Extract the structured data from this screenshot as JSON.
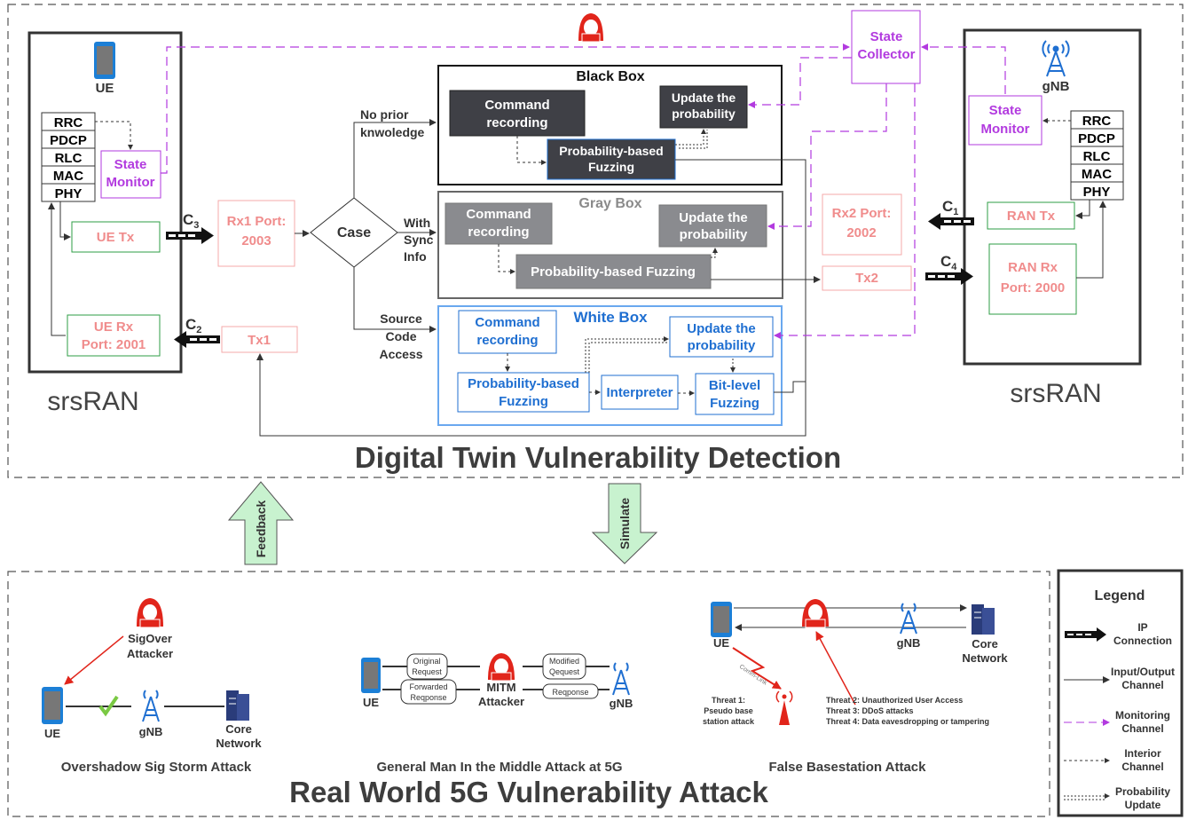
{
  "titles": {
    "top": "Digital Twin Vulnerability Detection",
    "bottom": "Real World 5G Vulnerability Attack",
    "srsran_left": "srsRAN",
    "srsran_right": "srsRAN"
  },
  "ue_side": {
    "label": "UE",
    "stack": [
      "RRC",
      "PDCP",
      "RLC",
      "MAC",
      "PHY"
    ],
    "state_monitor": [
      "State",
      "Monitor"
    ],
    "tx": "UE Tx",
    "rx": [
      "UE Rx",
      "Port: 2001"
    ],
    "c3": "C",
    "c3_sub": "3",
    "c2": "C",
    "c2_sub": "2"
  },
  "gnb_side": {
    "label": "gNB",
    "stack": [
      "RRC",
      "PDCP",
      "RLC",
      "MAC",
      "PHY"
    ],
    "state_monitor": [
      "State",
      "Monitor"
    ],
    "state_collector": [
      "State",
      "Collector"
    ],
    "tx": "RAN Tx",
    "rx": [
      "RAN Rx",
      "Port: 2000"
    ],
    "c1": "C",
    "c1_sub": "1",
    "c4": "C",
    "c4_sub": "4"
  },
  "ports": {
    "rx1": [
      "Rx1 Port:",
      "2003"
    ],
    "tx1": "Tx1",
    "rx2": [
      "Rx2  Port:",
      "2002"
    ],
    "tx2": "Tx2"
  },
  "case": {
    "label": "Case",
    "branch_top": [
      "No prior",
      "knwoledge"
    ],
    "branch_mid": [
      "With",
      "Sync",
      "Info"
    ],
    "branch_bot": [
      "Source",
      "Code",
      "Access"
    ]
  },
  "black_box": {
    "title": "Black Box",
    "cmd": [
      "Command",
      "recording"
    ],
    "update": [
      "Update the",
      "probability"
    ],
    "fuzz": [
      "Probability-based",
      "Fuzzing"
    ]
  },
  "gray_box": {
    "title": "Gray Box",
    "cmd": [
      "Command",
      "recording"
    ],
    "update": [
      "Update the",
      "probability"
    ],
    "fuzz": "Probability-based Fuzzing"
  },
  "white_box": {
    "title": "White Box",
    "cmd": [
      "Command",
      "recording"
    ],
    "update": [
      "Update the",
      "probability"
    ],
    "fuzz": [
      "Probability-based",
      "Fuzzing"
    ],
    "interp": "Interpreter",
    "bit": [
      "Bit-level",
      "Fuzzing"
    ]
  },
  "arrows": {
    "feedback": "Feedback",
    "simulate": "Simulate"
  },
  "attacks": {
    "sigover": {
      "attacker": [
        "SigOver",
        "Attacker"
      ],
      "ue": "UE",
      "gnb": "gNB",
      "core": [
        "Core",
        "Network"
      ],
      "caption": "Overshadow Sig Storm Attack"
    },
    "mitm": {
      "ue": "UE",
      "gnb": "gNB",
      "attacker": [
        "MITM",
        "Attacker"
      ],
      "orig": [
        "Original",
        "Request"
      ],
      "modified": [
        "Modified",
        "Qequest"
      ],
      "forwarded": [
        "Forwarded",
        "Reqponse"
      ],
      "resp": "Reqponse",
      "caption": "General Man In the Middle Attack at 5G"
    },
    "fbs": {
      "ue": "UE",
      "gnb": "gNB",
      "core": [
        "Core",
        "Network"
      ],
      "comm": "Comm-Link",
      "threat1": [
        "Threat 1:",
        "Pseudo base",
        "station  attack"
      ],
      "threats": [
        "Threat 2: Unauthorized User Access",
        "Threat 3: DDoS attacks",
        "Threat 4: Data  eavesdropping or tampering"
      ],
      "caption": "False Basestation Attack"
    }
  },
  "legend": {
    "title": "Legend",
    "items": [
      [
        "IP",
        "Connection"
      ],
      [
        "Input/Output",
        "Channel"
      ],
      [
        "Monitoring",
        "Channel"
      ],
      [
        "Interior",
        "Channel"
      ],
      [
        "Probability",
        "Update"
      ]
    ]
  },
  "colors": {
    "green": "#2e9e44",
    "pink": "#f08c8c",
    "purple": "#b23adf",
    "blue": "#1f6fd1",
    "dark": "#3f3f3f",
    "gray": "#8a8a8a",
    "red": "#e1251b"
  }
}
